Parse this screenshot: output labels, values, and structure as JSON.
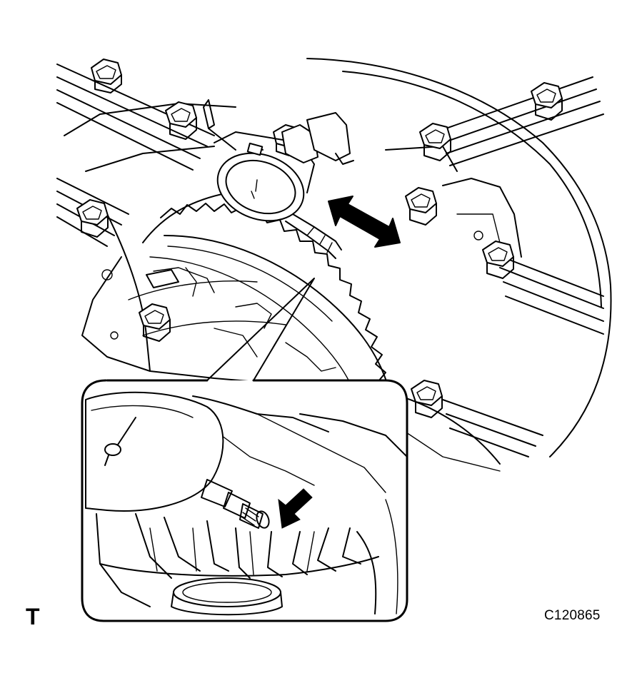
{
  "view_mark": "T",
  "figure_id": "C120865",
  "illustration": {
    "callouts": [
      {
        "name": "movement-arrow",
        "kind": "double-headed-arrow"
      },
      {
        "name": "contact-arrow",
        "kind": "single-arrow"
      }
    ]
  },
  "colors": {
    "line": "#000000",
    "background": "#ffffff"
  }
}
